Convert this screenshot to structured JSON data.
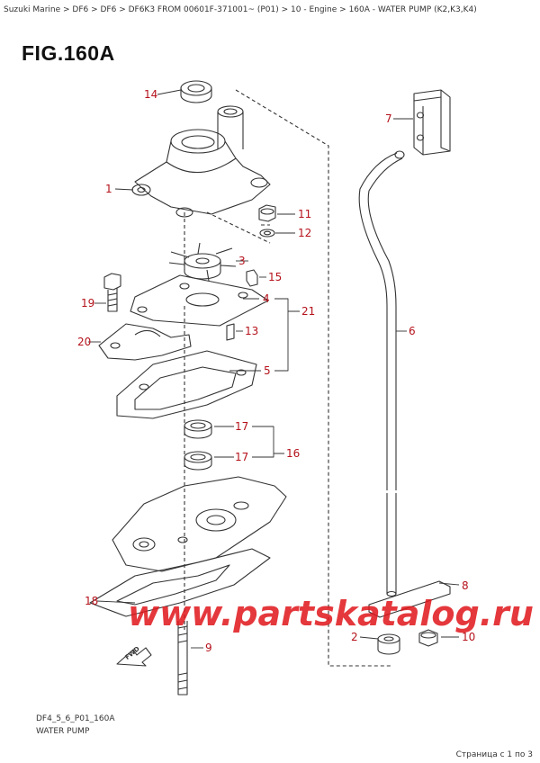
{
  "breadcrumb": "Suzuki Marine > DF6 > DF6 > DF6K3 FROM 00601F-371001~ (P01) > 10 - Engine > 160A - WATER PUMP (K2,K3,K4)",
  "figure_title": "FIG.160A",
  "parts": [
    {
      "id": "p14",
      "label": "14"
    },
    {
      "id": "p1",
      "label": "1"
    },
    {
      "id": "p7",
      "label": "7"
    },
    {
      "id": "p11",
      "label": "11"
    },
    {
      "id": "p12",
      "label": "12"
    },
    {
      "id": "p3",
      "label": "3"
    },
    {
      "id": "p15",
      "label": "15"
    },
    {
      "id": "p19",
      "label": "19"
    },
    {
      "id": "p4",
      "label": "4"
    },
    {
      "id": "p21",
      "label": "21"
    },
    {
      "id": "p13",
      "label": "13"
    },
    {
      "id": "p6",
      "label": "6"
    },
    {
      "id": "p20",
      "label": "20"
    },
    {
      "id": "p5",
      "label": "5"
    },
    {
      "id": "p17a",
      "label": "17"
    },
    {
      "id": "p16",
      "label": "16"
    },
    {
      "id": "p17b",
      "label": "17"
    },
    {
      "id": "p8",
      "label": "8"
    },
    {
      "id": "p18",
      "label": "18"
    },
    {
      "id": "p2",
      "label": "2"
    },
    {
      "id": "p10",
      "label": "10"
    },
    {
      "id": "p9",
      "label": "9"
    }
  ],
  "watermark": "www.partskatalog.ru",
  "fwd_label": "FWD",
  "footer": {
    "code": "DF4_5_6_P01_160A",
    "name": "WATER PUMP",
    "page_info": "Страница с 1 по 3"
  },
  "colors": {
    "label_red": "#b5121b",
    "watermark": "#e0161b",
    "line": "#333333"
  }
}
